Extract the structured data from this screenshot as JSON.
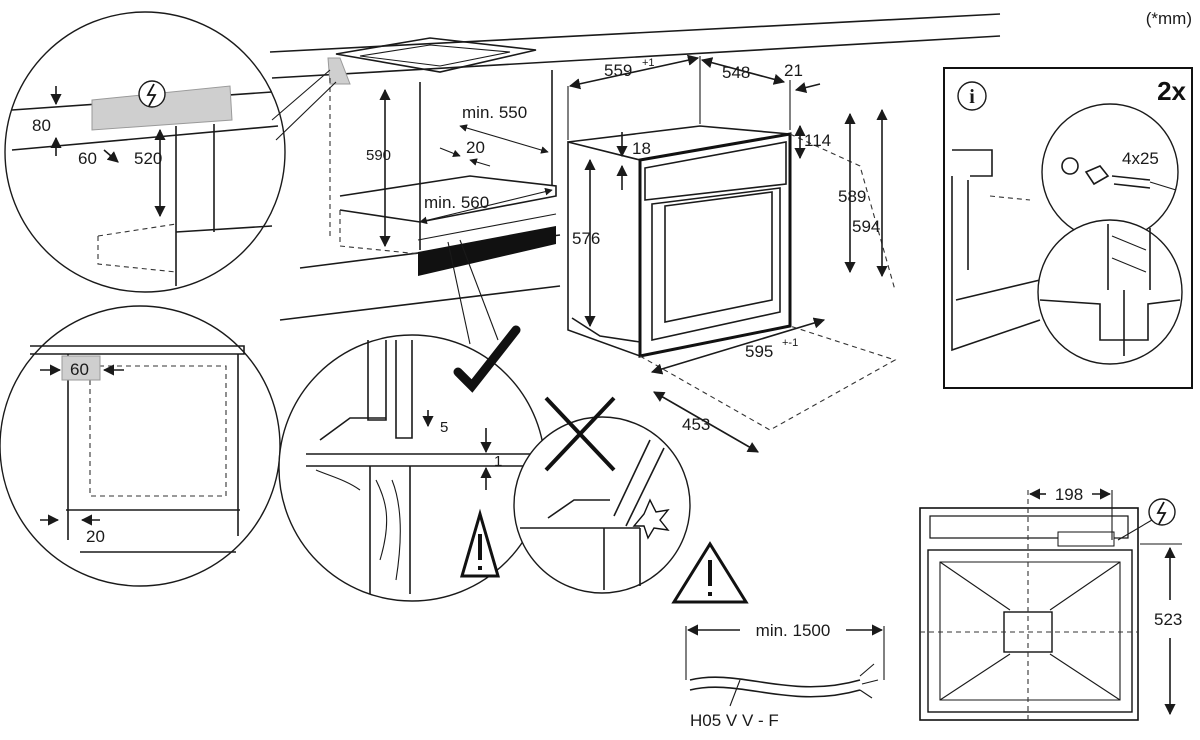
{
  "units_note": "(*mm)",
  "info_panel": {
    "count_label": "2x",
    "screw_label": "4x25",
    "info_icon": "i"
  },
  "dimensions": {
    "cutout_depth": "559",
    "cutout_depth_tolerance": "+1",
    "oven_depth": "548",
    "front_depth": "21",
    "panel_height": "114",
    "top_gap": "18",
    "oven_height_inner": "589",
    "oven_height_outer": "594",
    "oven_body_height": "576",
    "oven_width": "595",
    "oven_width_tolerance": "+-1",
    "oven_base_depth": "453",
    "cabinet_height": "590",
    "min_width": "min. 550",
    "min_depth": "min. 560",
    "rear_gap": "20",
    "detail_80": "80",
    "detail_60": "60",
    "detail_520": "520",
    "side_60": "60",
    "side_20": "20",
    "gap_5": "5",
    "gap_1": "1",
    "conn_198": "198",
    "conn_523": "523",
    "cable_min": "min. 1500",
    "cable_type": "H05 V V - F"
  }
}
